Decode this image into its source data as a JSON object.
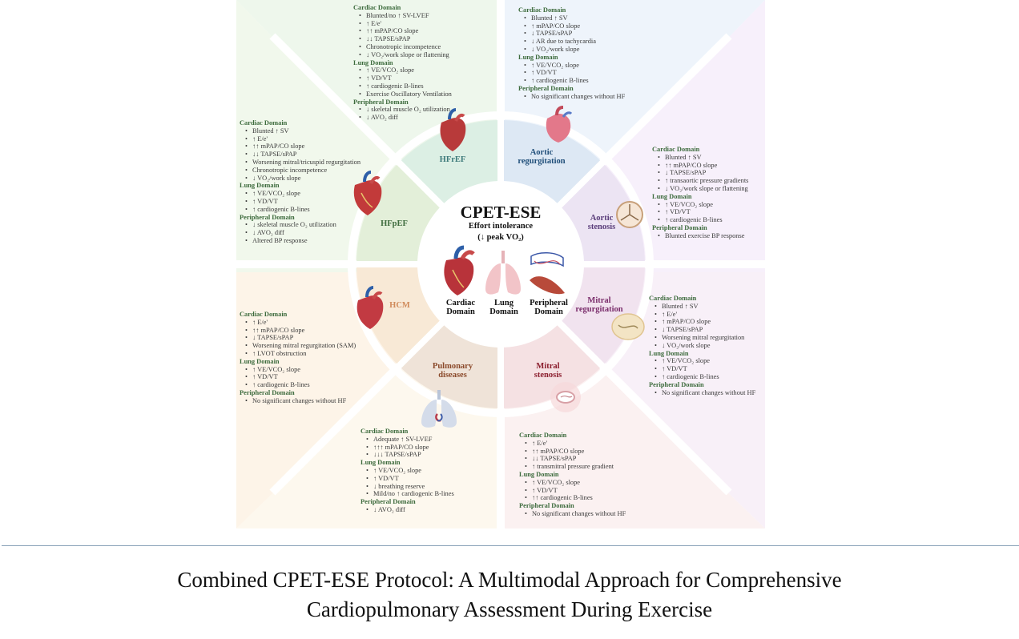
{
  "center": {
    "title": "CPET-ESE",
    "subtitle": "Effort intolerance",
    "subtitle2": "(↓ peak VO₂)",
    "domains": [
      "Cardiac\nDomain",
      "Lung\nDomain",
      "Peripheral\nDomain"
    ]
  },
  "segments": [
    {
      "key": "hfref",
      "label": "HFrEF",
      "color": "#3d7a7a"
    },
    {
      "key": "ar",
      "label": "Aortic\nregurgitation",
      "color": "#1f4e79"
    },
    {
      "key": "as",
      "label": "Aortic\nstenosis",
      "color": "#5a3d7a"
    },
    {
      "key": "mr",
      "label": "Mitral\nregurgitation",
      "color": "#7a2d6b"
    },
    {
      "key": "ms",
      "label": "Mitral\nstenosis",
      "color": "#8b1d2d"
    },
    {
      "key": "pd",
      "label": "Pulmonary\ndiseases",
      "color": "#8b4a2b"
    },
    {
      "key": "hcm",
      "label": "HCM",
      "color": "#d08a5a"
    },
    {
      "key": "hfpef",
      "label": "HFpEF",
      "color": "#3d6b3d"
    }
  ],
  "texts": {
    "hfref": [
      [
        "h",
        "Cardiac Domain"
      ],
      [
        "i",
        "Blunted/no ↑ SV-LVEF"
      ],
      [
        "i",
        "↑ E/e'"
      ],
      [
        "i",
        "↑↑ mPAP/CO slope"
      ],
      [
        "i",
        "↓↓ TAPSE/sPAP"
      ],
      [
        "i",
        "Chronotropic incompetence"
      ],
      [
        "i",
        "↓ VO₂/work slope or flattening"
      ],
      [
        "h",
        "Lung Domain"
      ],
      [
        "i",
        "↑ VE/VCO₂ slope"
      ],
      [
        "i",
        "↑ VD/VT"
      ],
      [
        "i",
        "↑ cardiogenic B-lines"
      ],
      [
        "i",
        "Exercise Oscillatory Ventilation"
      ],
      [
        "h",
        "Peripheral Domain"
      ],
      [
        "i",
        "↓ skeletal muscle O₂ utilization"
      ],
      [
        "i",
        "↓ AVO₂ diff"
      ]
    ],
    "ar": [
      [
        "h",
        "Cardiac Domain"
      ],
      [
        "i",
        "Blunted ↑ SV"
      ],
      [
        "i",
        "↑ mPAP/CO slope"
      ],
      [
        "i",
        "↓ TAPSE/sPAP"
      ],
      [
        "i",
        "↓ AR due to tachycardia"
      ],
      [
        "i",
        "↓ VO₂/work slope"
      ],
      [
        "h",
        "Lung Domain"
      ],
      [
        "i",
        "↑ VE/VCO₂ slope"
      ],
      [
        "i",
        "↑ VD/VT"
      ],
      [
        "i",
        "↑ cardiogenic B-lines"
      ],
      [
        "h",
        "Peripheral Domain"
      ],
      [
        "i",
        "No significant changes without HF"
      ]
    ],
    "as": [
      [
        "h",
        "Cardiac Domain"
      ],
      [
        "i",
        "Blunted ↑ SV"
      ],
      [
        "i",
        "↑↑ mPAP/CO slope"
      ],
      [
        "i",
        "↓ TAPSE/sPAP"
      ],
      [
        "i",
        "↑ transaortic pressure gradients"
      ],
      [
        "i",
        "↓ VO₂/work slope or flattening"
      ],
      [
        "h",
        "Lung Domain"
      ],
      [
        "i",
        "↑ VE/VCO₂ slope"
      ],
      [
        "i",
        "↑ VD/VT"
      ],
      [
        "i",
        "↑ cardiogenic B-lines"
      ],
      [
        "h",
        "Peripheral Domain"
      ],
      [
        "i",
        "Blunted exercise BP response"
      ]
    ],
    "mr": [
      [
        "h",
        "Cardiac Domain"
      ],
      [
        "i",
        "Blunted ↑ SV"
      ],
      [
        "i",
        "↑ E/e'"
      ],
      [
        "i",
        "↑ mPAP/CO slope"
      ],
      [
        "i",
        "↓ TAPSE/sPAP"
      ],
      [
        "i",
        "Worsening mitral regurgitation"
      ],
      [
        "i",
        "↓ VO₂/work slope"
      ],
      [
        "h",
        "Lung Domain"
      ],
      [
        "i",
        "↑ VE/VCO₂ slope"
      ],
      [
        "i",
        "↑ VD/VT"
      ],
      [
        "i",
        "↑ cardiogenic B-lines"
      ],
      [
        "h",
        "Peripheral Domain"
      ],
      [
        "i",
        "No significant changes without HF"
      ]
    ],
    "ms": [
      [
        "h",
        "Cardiac Domain"
      ],
      [
        "i",
        "↑ E/e'"
      ],
      [
        "i",
        "↑↑ mPAP/CO slope"
      ],
      [
        "i",
        "↓↓ TAPSE/sPAP"
      ],
      [
        "i",
        "↑ transmitral pressure gradient"
      ],
      [
        "h",
        "Lung Domain"
      ],
      [
        "i",
        "↑ VE/VCO₂ slope"
      ],
      [
        "i",
        "↑ VD/VT"
      ],
      [
        "i",
        "↑↑ cardiogenic B-lines"
      ],
      [
        "h",
        "Peripheral Domain"
      ],
      [
        "i",
        "No significant changes without HF"
      ]
    ],
    "pd": [
      [
        "h",
        "Cardiac Domain"
      ],
      [
        "i",
        "Adequate ↑ SV-LVEF"
      ],
      [
        "i",
        "↑↑↑ mPAP/CO slope"
      ],
      [
        "i",
        "↓↓↓ TAPSE/sPAP"
      ],
      [
        "h",
        "Lung Domain"
      ],
      [
        "i",
        "↑ VE/VCO₂ slope"
      ],
      [
        "i",
        "↑ VD/VT"
      ],
      [
        "i",
        "↓ breathing reserve"
      ],
      [
        "i",
        "Mild/no ↑ cardiogenic B-lines"
      ],
      [
        "h",
        "Peripheral Domain"
      ],
      [
        "i",
        "↓ AVO₂ diff"
      ]
    ],
    "hcm": [
      [
        "h",
        "Cardiac Domain"
      ],
      [
        "i",
        "↑ E/e'"
      ],
      [
        "i",
        "↑↑ mPAP/CO slope"
      ],
      [
        "i",
        "↓ TAPSE/sPAP"
      ],
      [
        "i",
        "Worsening mitral regurgitation (SAM)"
      ],
      [
        "i",
        "↑ LVOT obstruction"
      ],
      [
        "h",
        "Lung Domain"
      ],
      [
        "i",
        "↑ VE/VCO₂ slope"
      ],
      [
        "i",
        "↑ VD/VT"
      ],
      [
        "i",
        "↑ cardiogenic B-lines"
      ],
      [
        "h",
        "Peripheral Domain"
      ],
      [
        "i",
        "No significant changes without HF"
      ]
    ],
    "hfpef": [
      [
        "h",
        "Cardiac Domain"
      ],
      [
        "i",
        "Blunted ↑ SV"
      ],
      [
        "i",
        "↑ E/e'"
      ],
      [
        "i",
        "↑↑ mPAP/CO slope"
      ],
      [
        "i",
        "↓↓ TAPSE/sPAP"
      ],
      [
        "i",
        "Worsening mitral/tricuspid regurgitation"
      ],
      [
        "i",
        "Chronotropic incompetence"
      ],
      [
        "i",
        "↓ VO₂/work slope"
      ],
      [
        "h",
        "Lung Domain"
      ],
      [
        "i",
        "↑ VE/VCO₂ slope"
      ],
      [
        "i",
        "↑ VD/VT"
      ],
      [
        "i",
        "↑ cardiogenic B-lines"
      ],
      [
        "h",
        "Peripheral Domain"
      ],
      [
        "i",
        "↓ skeletal muscle O₂ utilization"
      ],
      [
        "i",
        "↓ AVO₂ diff"
      ],
      [
        "i",
        "Altered BP response"
      ]
    ]
  },
  "caption": {
    "line1": "Combined CPET-ESE Protocol: A Multimodal Approach for Comprehensive",
    "line2": "Cardiopulmonary Assessment During Exercise"
  }
}
